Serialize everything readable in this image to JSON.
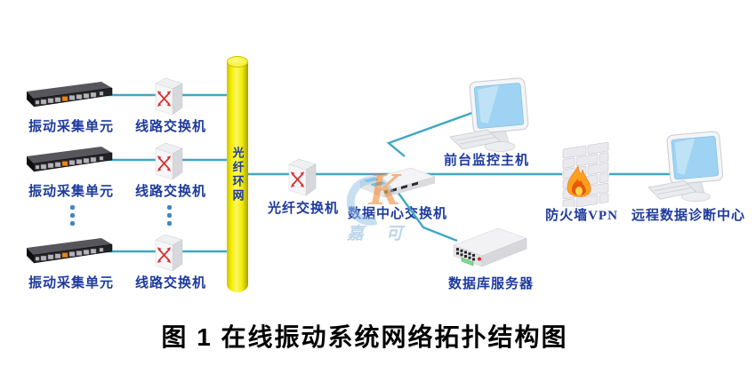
{
  "caption": "图 1 在线振动系统网络拓扑结构图",
  "watermark": {
    "logo_letter": "K",
    "company": "嘉 可"
  },
  "labels": {
    "vibration_unit": "振动采集单元",
    "line_switch": "线路交换机",
    "fiber_ring": "光纤环网",
    "fiber_switch": "光纤交换机",
    "datacenter_switch": "数据中心交换机",
    "monitor_host": "前台监控主机",
    "firewall": "防火墙VPN",
    "remote_center": "远程数据诊断中心",
    "database_server": "数据库服务器"
  },
  "colors": {
    "connection_line": "#3FA8C4",
    "fiber_ring_cylinder": "#F4F000",
    "label_text": "#1D3A9E",
    "caption_text": "#000000"
  }
}
